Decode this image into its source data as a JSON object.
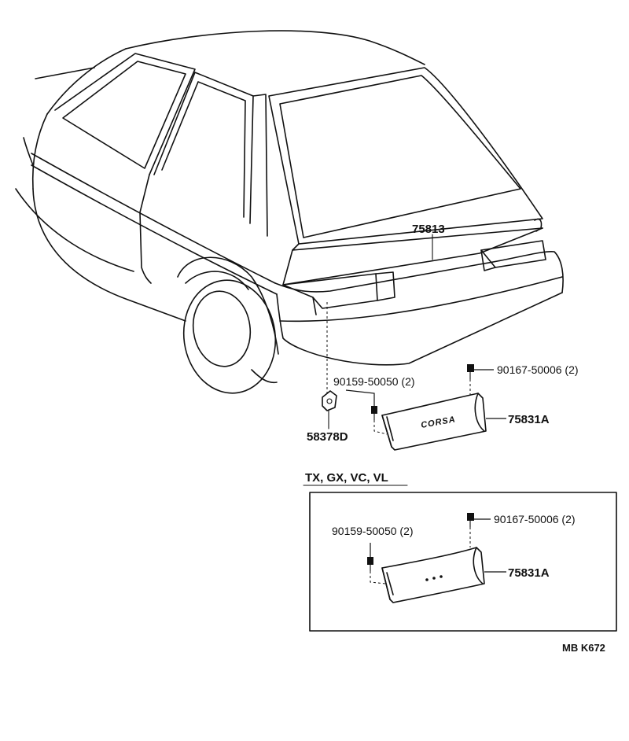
{
  "parts": {
    "molding_main": "75813",
    "nut_left": "90159-50050 (2)",
    "nut_right": "90167-50006 (2)",
    "plate": "75831A",
    "clip": "58378D"
  },
  "inset": {
    "variants": "TX, GX, VC, VL",
    "nut_left": "90159-50050 (2)",
    "nut_right": "90167-50006 (2)",
    "plate": "75831A"
  },
  "emblem_text": "CORSA",
  "ref_code": "MB K672"
}
